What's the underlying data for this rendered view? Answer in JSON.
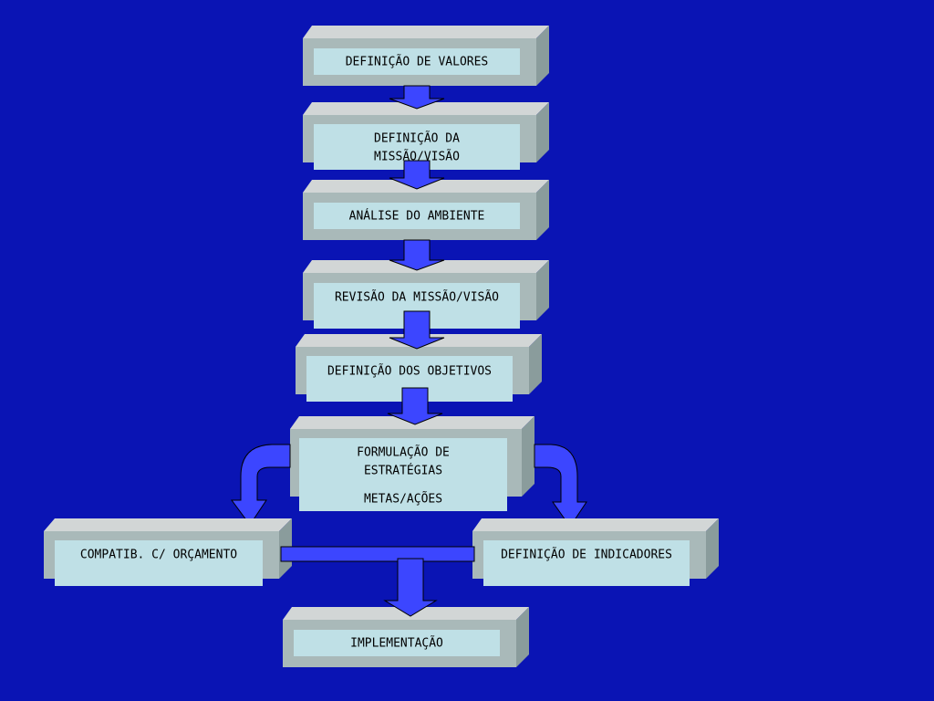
{
  "colors": {
    "background": "#0A14B4",
    "block_top": "#D2D6D6",
    "block_front": "#A9B9B9",
    "block_side": "#8A9C9C",
    "label_panel": "#BFE0E6",
    "arrow_fill": "#3C46FF",
    "arrow_stroke": "#000000",
    "text": "#000000"
  },
  "blocks": {
    "valores": {
      "lines": [
        "DEFINIÇÃO DE VALORES"
      ]
    },
    "missao": {
      "lines": [
        "DEFINIÇÃO DA",
        "MISSÃO/VISÃO"
      ]
    },
    "ambiente": {
      "lines": [
        "ANÁLISE DO AMBIENTE"
      ]
    },
    "revisao": {
      "lines": [
        "REVISÃO DA MISSÃO/VISÃO"
      ]
    },
    "objetivos": {
      "lines": [
        "DEFINIÇÃO DOS OBJETIVOS"
      ]
    },
    "estrategias": {
      "lines": [
        "FORMULAÇÃO DE",
        "ESTRATÉGIAS",
        "METAS/AÇÕES"
      ]
    },
    "orcamento": {
      "lines": [
        "COMPATIB. C/ ORÇAMENTO"
      ]
    },
    "indicadores": {
      "lines": [
        "DEFINIÇÃO DE INDICADORES"
      ]
    },
    "implementacao": {
      "lines": [
        "IMPLEMENTAÇÃO"
      ]
    }
  },
  "arrows": [
    {
      "from": "valores",
      "to": "missao",
      "kind": "down"
    },
    {
      "from": "missao",
      "to": "ambiente",
      "kind": "down"
    },
    {
      "from": "ambiente",
      "to": "revisao",
      "kind": "down"
    },
    {
      "from": "revisao",
      "to": "objetivos",
      "kind": "down"
    },
    {
      "from": "objetivos",
      "to": "estrategias",
      "kind": "down"
    },
    {
      "from": "estrategias",
      "to": "orcamento",
      "kind": "curved"
    },
    {
      "from": "estrategias",
      "to": "indicadores",
      "kind": "curved"
    },
    {
      "from": "orcamento",
      "to": "indicadores",
      "kind": "connector"
    },
    {
      "from": "orcamento",
      "to": "implementacao",
      "kind": "down"
    }
  ]
}
